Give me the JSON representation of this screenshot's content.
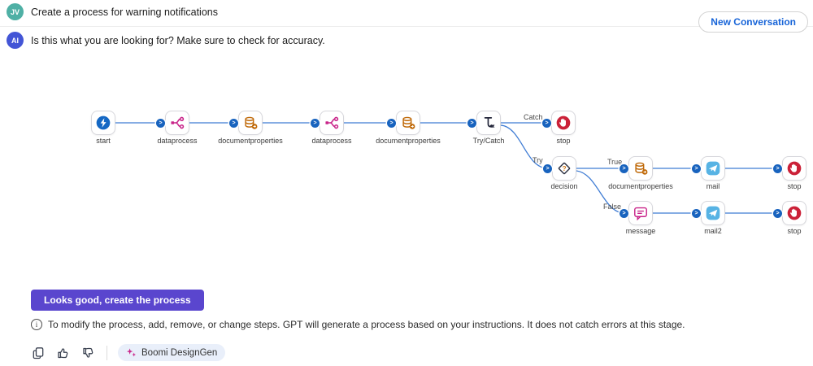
{
  "conversation": {
    "user": {
      "avatar_initials": "JV",
      "message": "Create a process for warning notifications"
    },
    "assistant": {
      "avatar_initials": "AI",
      "message": "Is this what you are looking for? Make sure to check for accuracy."
    },
    "new_conversation_label": "New Conversation"
  },
  "diagram": {
    "nodes": [
      {
        "id": "start",
        "label": "start"
      },
      {
        "id": "dataprocess-1",
        "label": "dataprocess"
      },
      {
        "id": "documentproperties-1",
        "label": "documentproperties"
      },
      {
        "id": "dataprocess-2",
        "label": "dataprocess"
      },
      {
        "id": "documentproperties-2",
        "label": "documentproperties"
      },
      {
        "id": "trycatch",
        "label": "Try/Catch"
      },
      {
        "id": "stop-1",
        "label": "stop"
      },
      {
        "id": "decision",
        "label": "decision"
      },
      {
        "id": "documentproperties-3",
        "label": "documentproperties"
      },
      {
        "id": "mail",
        "label": "mail"
      },
      {
        "id": "stop-2",
        "label": "stop"
      },
      {
        "id": "message",
        "label": "message"
      },
      {
        "id": "mail2",
        "label": "mail2"
      },
      {
        "id": "stop-3",
        "label": "stop"
      }
    ],
    "edge_labels": {
      "catch": "Catch",
      "try": "Try",
      "true": "True",
      "false": "False"
    }
  },
  "actions": {
    "confirm_label": "Looks good, create the process"
  },
  "notice": {
    "text": "To modify the process, add, remove, or change steps. GPT will generate a process based on your instructions. It does not catch errors at this stage."
  },
  "toolbar": {
    "badge_label": "Boomi DesignGen"
  },
  "icons": {
    "connector_arrow": ">",
    "info": "i"
  },
  "colors": {
    "accent_purple": "#5A46CE",
    "link_blue": "#1764D8",
    "line_blue": "#3F7CD4",
    "connector_blue": "#1863BE",
    "user_avatar_teal": "#4FB0A5",
    "ai_avatar_blue": "#4355D6",
    "stop_red": "#CB2138",
    "dataprocess_pink": "#C9258A",
    "docprops_orange": "#C06A0A",
    "mail_blue": "#57B3E4",
    "start_blue": "#1568C4"
  }
}
